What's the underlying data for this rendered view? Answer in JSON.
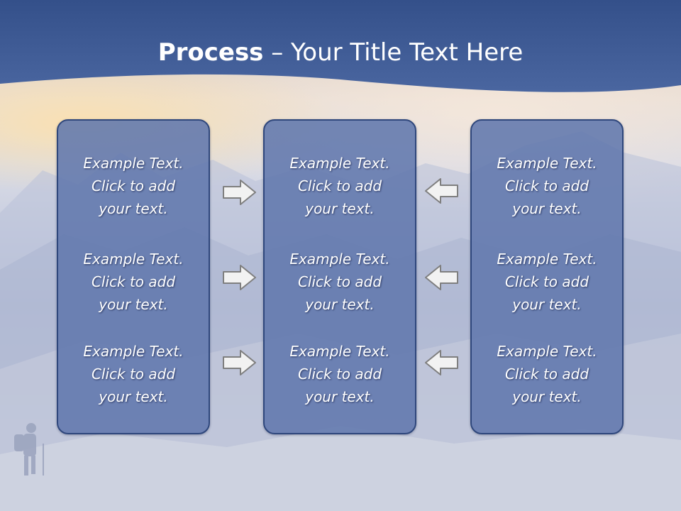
{
  "slide": {
    "title_strong": "Process",
    "title_rest": " – Your Title Text Here",
    "colors": {
      "band": "#3d5a92",
      "box_fill": "#6178ad",
      "box_border": "#2f477c",
      "text": "#ffffff",
      "arrow_fill": "#f2f2f2",
      "arrow_stroke": "#7f7f7f"
    }
  },
  "columns": [
    {
      "entries": [
        {
          "lines": [
            "Example Text.",
            "Click  to add",
            "your text."
          ]
        },
        {
          "lines": [
            "Example Text.",
            "Click  to add",
            "your text."
          ]
        },
        {
          "lines": [
            "Example Text.",
            "Click  to add",
            "your text."
          ]
        }
      ]
    },
    {
      "entries": [
        {
          "lines": [
            "Example Text.",
            "Click  to add",
            "your text."
          ]
        },
        {
          "lines": [
            "Example Text.",
            "Click  to add",
            "your text."
          ]
        },
        {
          "lines": [
            "Example Text.",
            "Click  to add",
            "your text."
          ]
        }
      ]
    },
    {
      "entries": [
        {
          "lines": [
            "Example Text.",
            "Click  to add",
            "your text."
          ]
        },
        {
          "lines": [
            "Example Text.",
            "Click  to add",
            "your text."
          ]
        },
        {
          "lines": [
            "Example Text.",
            "Click  to add",
            "your text."
          ]
        }
      ]
    }
  ],
  "arrows": {
    "left_column": "right-arrow-icon",
    "right_column": "left-arrow-icon"
  }
}
